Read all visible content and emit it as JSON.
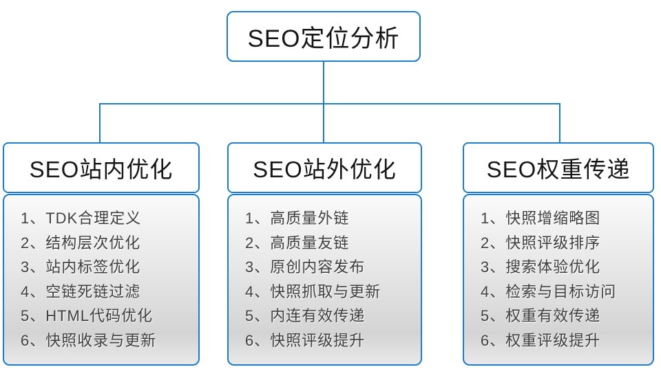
{
  "diagram": {
    "root": {
      "label": "SEO定位分析"
    },
    "columns": [
      {
        "title": "SEO站内优化",
        "items": [
          "1、TDK合理定义",
          "2、结构层次优化",
          "3、站内标签优化",
          "4、空链死链过滤",
          "5、HTML代码优化",
          "6、快照收录与更新"
        ]
      },
      {
        "title": "SEO站外优化",
        "items": [
          "1、高质量外链",
          "2、高质量友链",
          "3、原创内容发布",
          "4、快照抓取与更新",
          "5、内连有效传递",
          "6、快照评级提升"
        ]
      },
      {
        "title": "SEO权重传递",
        "items": [
          "1、快照增缩略图",
          "2、快照评级排序",
          "3、搜索体验优化",
          "4、检索与目标访问",
          "5、权重有效传递",
          "6、权重评级提升"
        ]
      }
    ],
    "colors": {
      "border_blue": "#1b7cc7",
      "header_text": "#161616",
      "list_text": "#3f3f3f",
      "list_bg_top": "#fafafa",
      "list_bg_bottom": "#d4d4d4"
    }
  }
}
